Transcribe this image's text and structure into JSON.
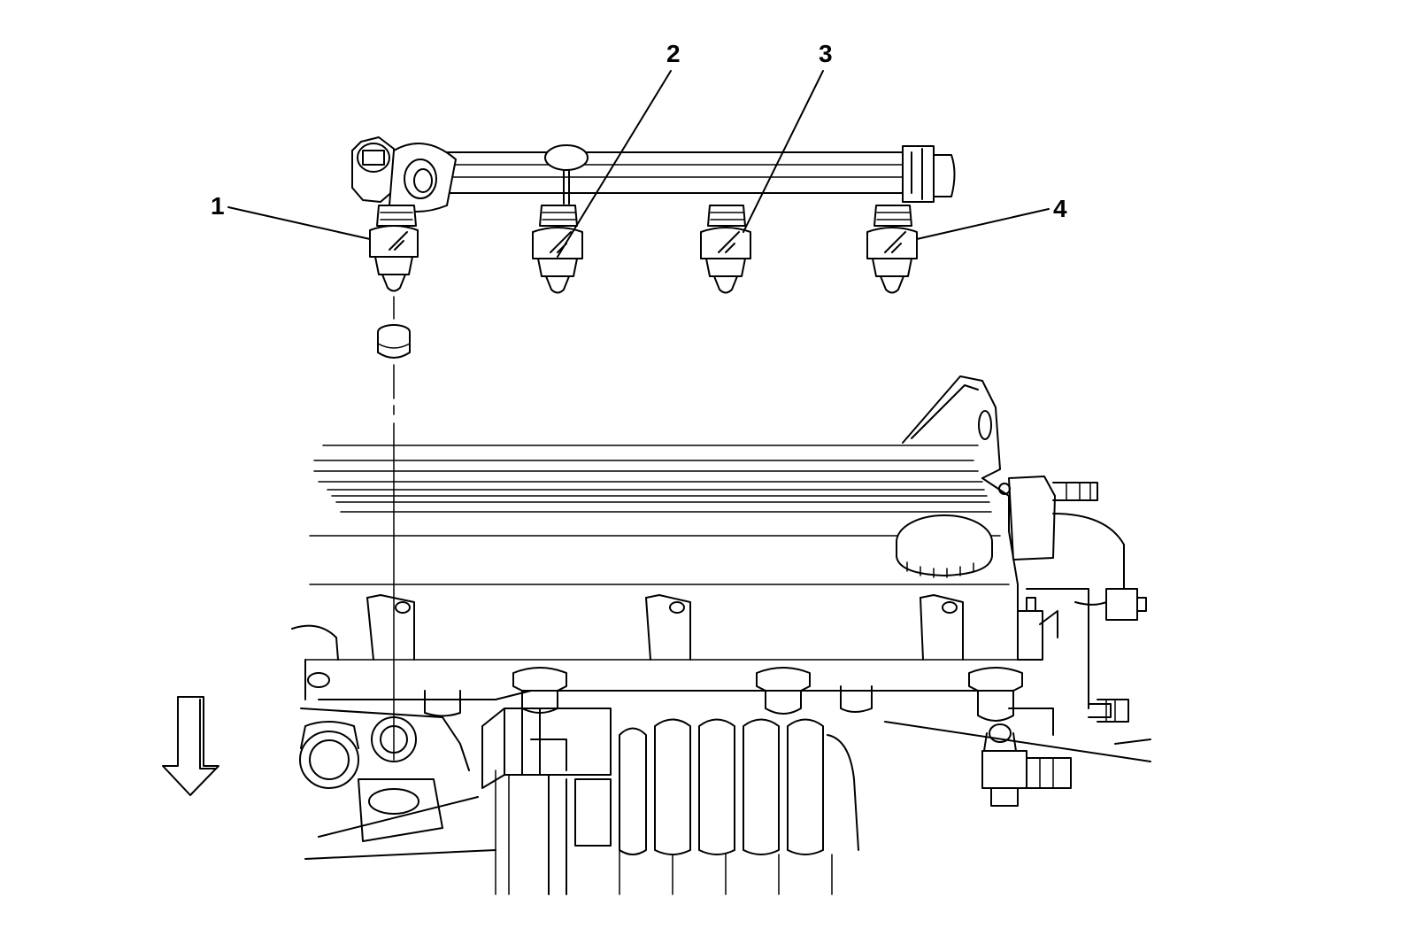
{
  "callouts": [
    {
      "id": "1",
      "label": "1"
    },
    {
      "id": "2",
      "label": "2"
    },
    {
      "id": "3",
      "label": "3"
    },
    {
      "id": "4",
      "label": "4"
    }
  ],
  "icons": {
    "direction_arrow": "down-arrow-icon"
  },
  "colors": {
    "line": "#000000",
    "background": "#ffffff"
  }
}
